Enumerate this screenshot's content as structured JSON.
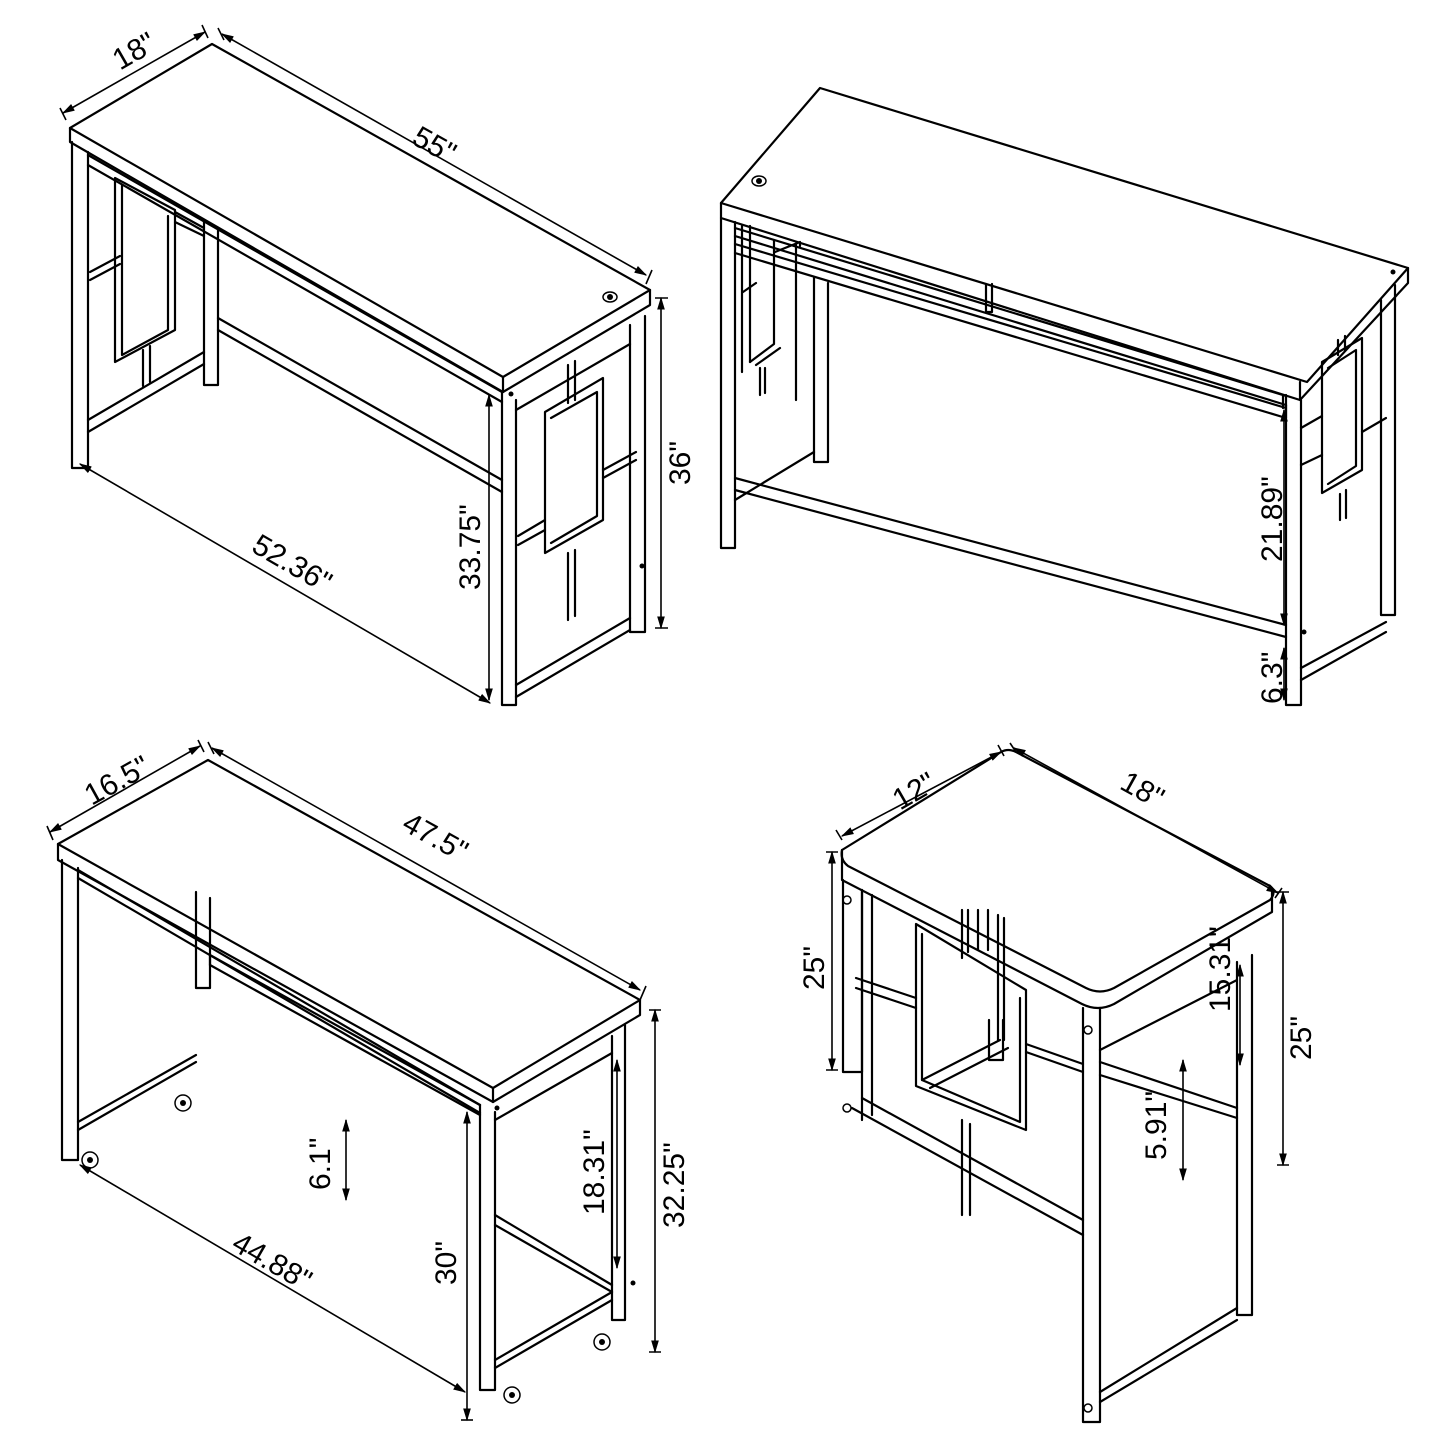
{
  "diagram": {
    "title": "Furniture dimension drawings",
    "line_color": "#000000",
    "background": "#ffffff",
    "pieces": [
      {
        "id": "counter-table",
        "description": "Counter height table with geometric side frames",
        "dimensions": {
          "depth": "18\"",
          "width": "55\"",
          "inner_width": "52.36\"",
          "clearance_height": "33.75\"",
          "height": "36\""
        }
      },
      {
        "id": "counter-table-rear",
        "description": "Counter table rear view",
        "dimensions": {
          "stretcher_to_apron": "21.89\"",
          "stretcher_from_floor": "6.3\""
        }
      },
      {
        "id": "desk",
        "description": "Desk on casters",
        "dimensions": {
          "depth": "16.5\"",
          "width": "47.5\"",
          "inner_width": "44.88\"",
          "stretcher_drop": "6.1\"",
          "clearance_height": "30\"",
          "side_opening": "18.31\"",
          "height": "32.25\""
        }
      },
      {
        "id": "stool",
        "description": "Counter stool with geometric frame",
        "dimensions": {
          "depth": "12\"",
          "width": "18\"",
          "height_left": "25\"",
          "upper_opening": "15.31\"",
          "stretcher_height": "5.91\"",
          "height_right": "25\""
        }
      }
    ]
  }
}
